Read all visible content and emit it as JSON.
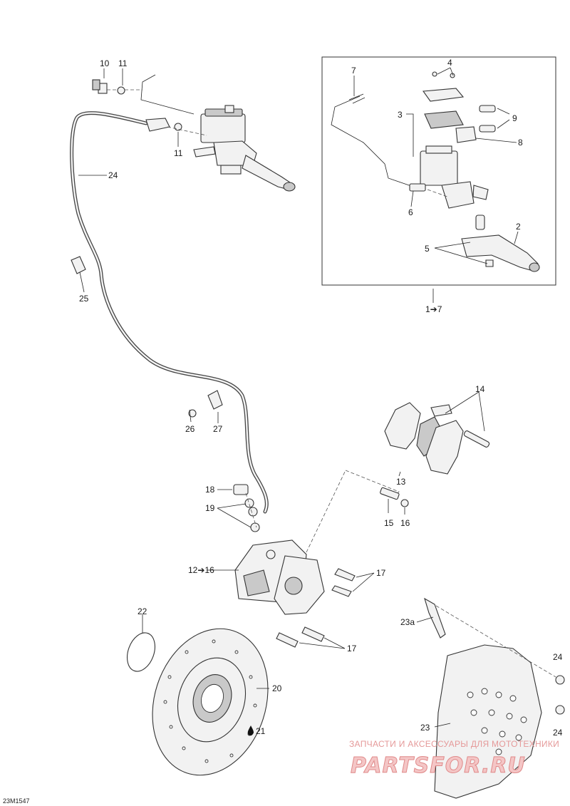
{
  "diagram": {
    "code": "23M1547",
    "callouts": {
      "c1": "1➔7",
      "c2": "2",
      "c3": "3",
      "c4": "4",
      "c5": "5",
      "c6": "6",
      "c7": "7",
      "c8": "8",
      "c9": "9",
      "c10": "10",
      "c11a": "11",
      "c11b": "11",
      "c12": "12➔16",
      "c13": "13",
      "c14": "14",
      "c15": "15",
      "c16": "16",
      "c17a": "17",
      "c17b": "17",
      "c18": "18",
      "c19": "19",
      "c20": "20",
      "c21": "21",
      "c22": "22",
      "c23": "23",
      "c23a": "23a",
      "c24a": "24",
      "c24b": "24",
      "c24c": "24",
      "c25": "25",
      "c26": "26",
      "c27": "27"
    }
  },
  "watermark": {
    "tagline": "ЗАПЧАСТИ И АКСЕССУАРЫ ДЛЯ МОТОТЕХНИКИ",
    "brand": "PARTSFOR.RU"
  }
}
